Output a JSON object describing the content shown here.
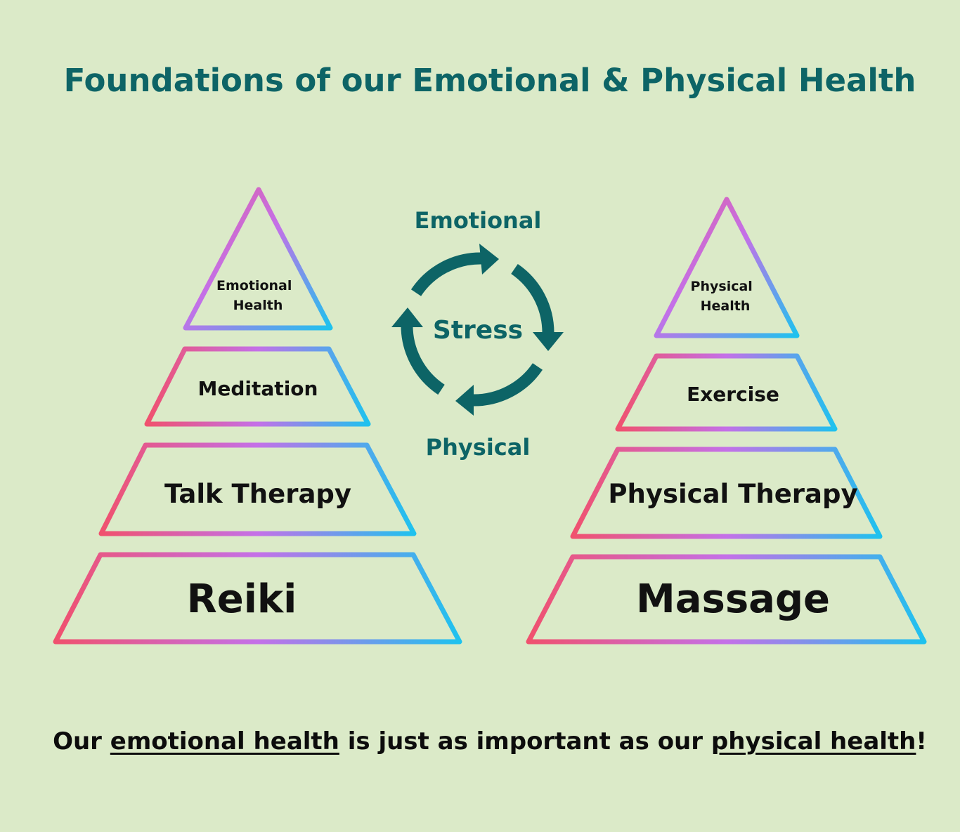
{
  "title": "Foundations of our Emotional & Physical Health",
  "left_pyramid": {
    "top": [
      "Emotional",
      "Health"
    ],
    "level2": "Meditation",
    "level3": "Talk Therapy",
    "base": "Reiki"
  },
  "right_pyramid": {
    "top": [
      "Physical",
      "Health"
    ],
    "level2": "Exercise",
    "level3": "Physical Therapy",
    "base": "Massage"
  },
  "cycle": {
    "top": "Emotional",
    "center": "Stress",
    "bottom": "Physical"
  },
  "footer": {
    "part1": "Our ",
    "link1": "emotional health",
    "part2": " is just as important as our ",
    "link2": "physical health",
    "part3": "!"
  },
  "colors": {
    "background": "#dbeac8",
    "teal": "#0d6466",
    "gradient_pink": "#f0516e",
    "gradient_purple": "#c470e8",
    "gradient_cyan": "#1ec2ee"
  }
}
